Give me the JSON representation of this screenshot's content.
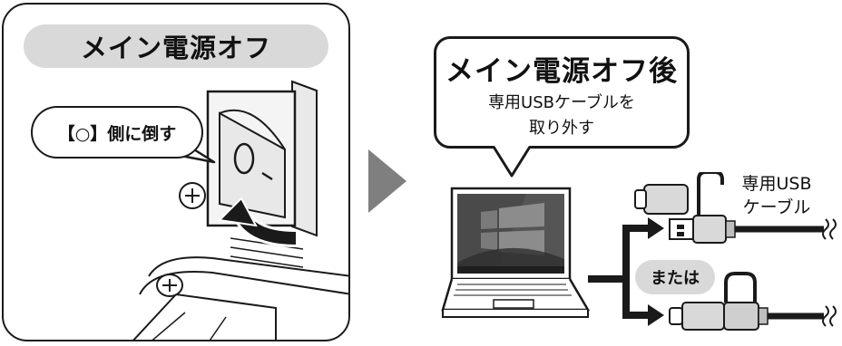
{
  "left_panel": {
    "title": "メイン電源オフ",
    "bubble_text": "【○】側に倒す",
    "switch_marks": {
      "on": "|",
      "off": "○"
    }
  },
  "right_panel": {
    "callout_title": "メイン電源オフ後",
    "callout_line1": "専用USBケーブルを",
    "callout_line2": "取り外す",
    "cable_label_line1": "専用USB",
    "cable_label_line2": "ケーブル",
    "or_label": "または"
  },
  "icons": [
    "screw-icon",
    "curved-arrow-icon",
    "laptop-icon",
    "usb-a-plug-icon",
    "usb-c-plug-icon",
    "cable-break-icon"
  ],
  "colors": {
    "outline": "#1a1a1a",
    "pill_gray": "#d9d9d9",
    "arrow_gray": "#7f7f7f",
    "cable": "#111111"
  }
}
